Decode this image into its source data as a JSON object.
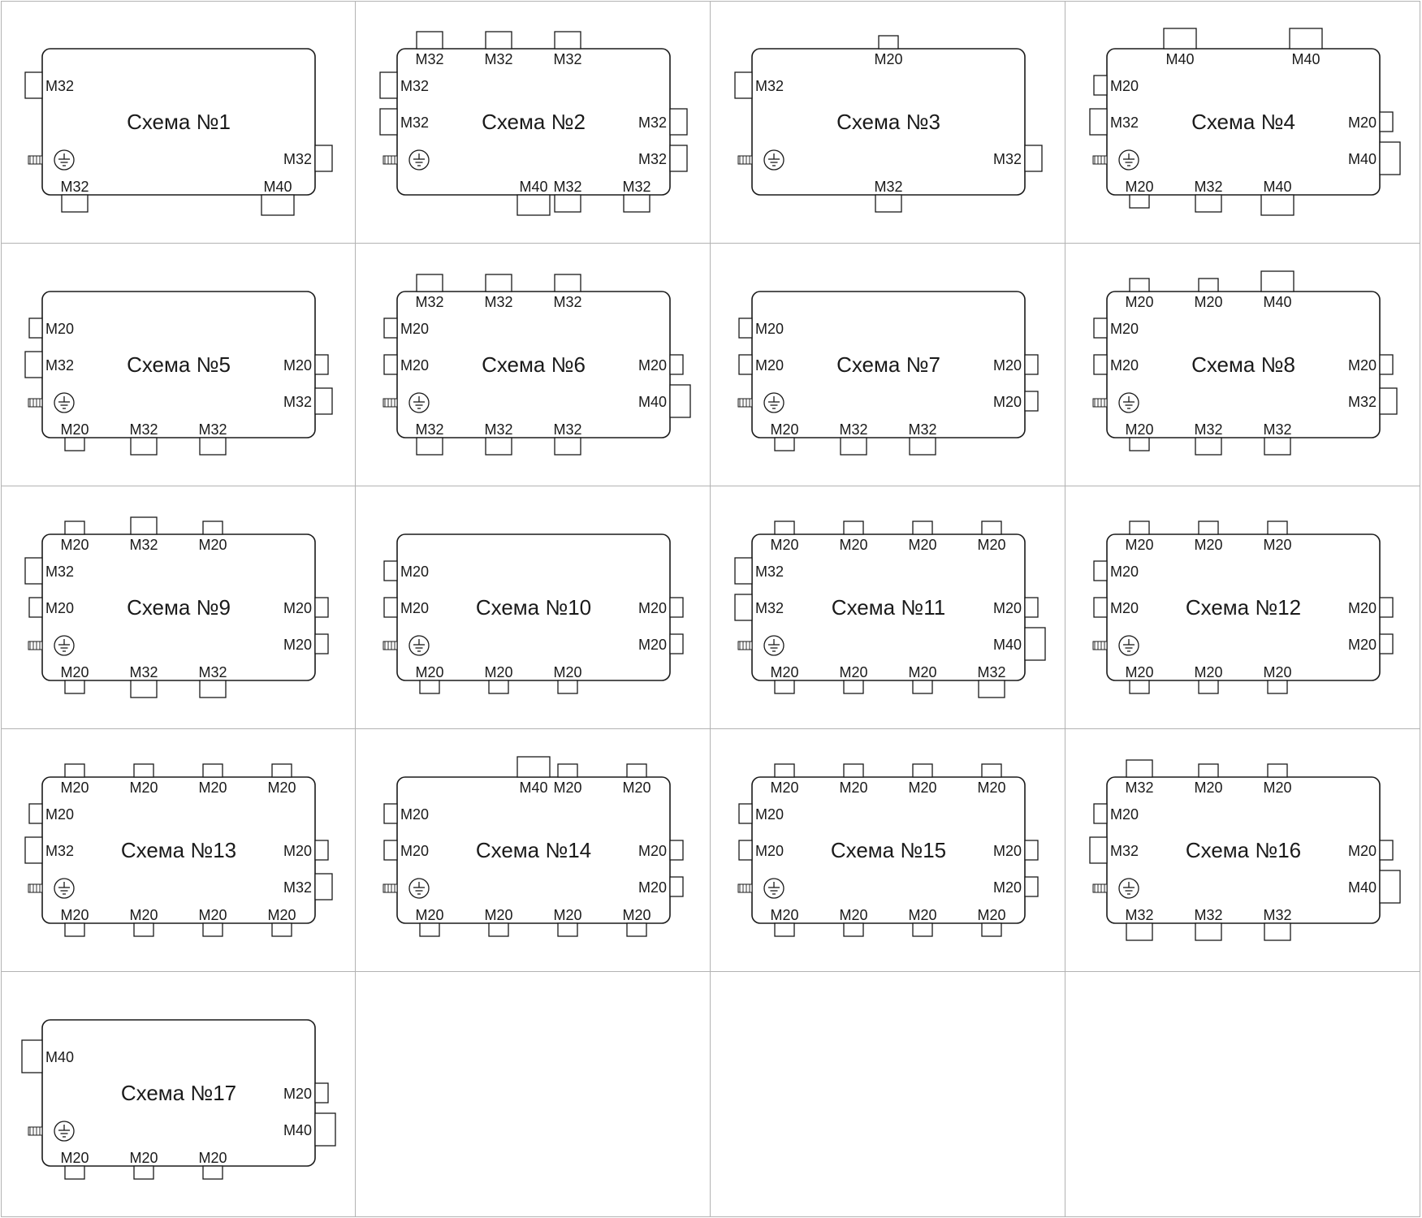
{
  "diagram": {
    "schemes": [
      {
        "title": "Схема №1",
        "top": [],
        "left": [
          "М32"
        ],
        "right": [
          "М32"
        ],
        "bottom": [
          "М32",
          "М40"
        ]
      },
      {
        "title": "Схема №2",
        "top": [
          "М32",
          "М32",
          "М32"
        ],
        "left": [
          "М32",
          "М32"
        ],
        "right": [
          "М32",
          "М32"
        ],
        "bottom": [
          "М40",
          "М32",
          "М32"
        ]
      },
      {
        "title": "Схема №3",
        "top": [
          "М20"
        ],
        "left": [
          "М32"
        ],
        "right": [
          "М32"
        ],
        "bottom": [
          "М32"
        ]
      },
      {
        "title": "Схема №4",
        "top": [
          "М40",
          "М40"
        ],
        "left": [
          "М20",
          "М32"
        ],
        "right": [
          "М20",
          "М40"
        ],
        "bottom": [
          "М20",
          "М32",
          "М40"
        ]
      },
      {
        "title": "Схема №5",
        "top": [],
        "left": [
          "М20",
          "М32"
        ],
        "right": [
          "М20",
          "М32"
        ],
        "bottom": [
          "М20",
          "М32",
          "М32"
        ]
      },
      {
        "title": "Схема №6",
        "top": [
          "М32",
          "М32",
          "М32"
        ],
        "left": [
          "М20",
          "М20"
        ],
        "right": [
          "М20",
          "М40"
        ],
        "bottom": [
          "М32",
          "М32",
          "М32"
        ]
      },
      {
        "title": "Схема №7",
        "top": [],
        "left": [
          "М20",
          "М20"
        ],
        "right": [
          "М20",
          "М20"
        ],
        "bottom": [
          "М20",
          "М32",
          "М32"
        ]
      },
      {
        "title": "Схема №8",
        "top": [
          "М20",
          "М20",
          "М40"
        ],
        "left": [
          "М20",
          "М20"
        ],
        "right": [
          "М20",
          "М32"
        ],
        "bottom": [
          "М20",
          "М32",
          "М32"
        ]
      },
      {
        "title": "Схема №9",
        "top": [
          "М20",
          "М32",
          "М20"
        ],
        "left": [
          "М32",
          "М20"
        ],
        "right": [
          "М20",
          "М20"
        ],
        "bottom": [
          "М20",
          "М32",
          "М32"
        ]
      },
      {
        "title": "Схема №10",
        "top": [],
        "left": [
          "М20",
          "М20"
        ],
        "right": [
          "М20",
          "М20"
        ],
        "bottom": [
          "М20",
          "М20",
          "М20"
        ]
      },
      {
        "title": "Схема №11",
        "top": [
          "М20",
          "М20",
          "М20",
          "М20"
        ],
        "left": [
          "М32",
          "М32"
        ],
        "right": [
          "М20",
          "М40"
        ],
        "bottom": [
          "М20",
          "М20",
          "М20",
          "М32"
        ]
      },
      {
        "title": "Схема №12",
        "top": [
          "М20",
          "М20",
          "М20"
        ],
        "left": [
          "М20",
          "М20"
        ],
        "right": [
          "М20",
          "М20"
        ],
        "bottom": [
          "М20",
          "М20",
          "М20"
        ]
      },
      {
        "title": "Схема №13",
        "top": [
          "М20",
          "М20",
          "М20",
          "М20"
        ],
        "left": [
          "М20",
          "М32"
        ],
        "right": [
          "М20",
          "М32"
        ],
        "bottom": [
          "М20",
          "М20",
          "М20",
          "М20"
        ]
      },
      {
        "title": "Схема №14",
        "top": [
          "М40",
          "М20",
          "М20"
        ],
        "left": [
          "М20",
          "М20"
        ],
        "right": [
          "М20",
          "М20"
        ],
        "bottom": [
          "М20",
          "М20",
          "М20",
          "М20"
        ]
      },
      {
        "title": "Схема №15",
        "top": [
          "М20",
          "М20",
          "М20",
          "М20"
        ],
        "left": [
          "М20",
          "М20"
        ],
        "right": [
          "М20",
          "М20"
        ],
        "bottom": [
          "М20",
          "М20",
          "М20",
          "М20"
        ]
      },
      {
        "title": "Схема №16",
        "top": [
          "М32",
          "М20",
          "М20"
        ],
        "left": [
          "М20",
          "М32"
        ],
        "right": [
          "М20",
          "М40"
        ],
        "bottom": [
          "М32",
          "М32",
          "М32"
        ]
      },
      {
        "title": "Схема №17",
        "top": [],
        "left": [
          "М40"
        ],
        "right": [
          "М20",
          "М40"
        ],
        "bottom": [
          "М20",
          "М20",
          "М20"
        ]
      }
    ],
    "colors": {
      "stroke": "#1a1a1a",
      "grid": "#b3b3b3"
    },
    "icons": {
      "ground": "ground-icon",
      "bolt": "ground-bolt-icon"
    }
  }
}
